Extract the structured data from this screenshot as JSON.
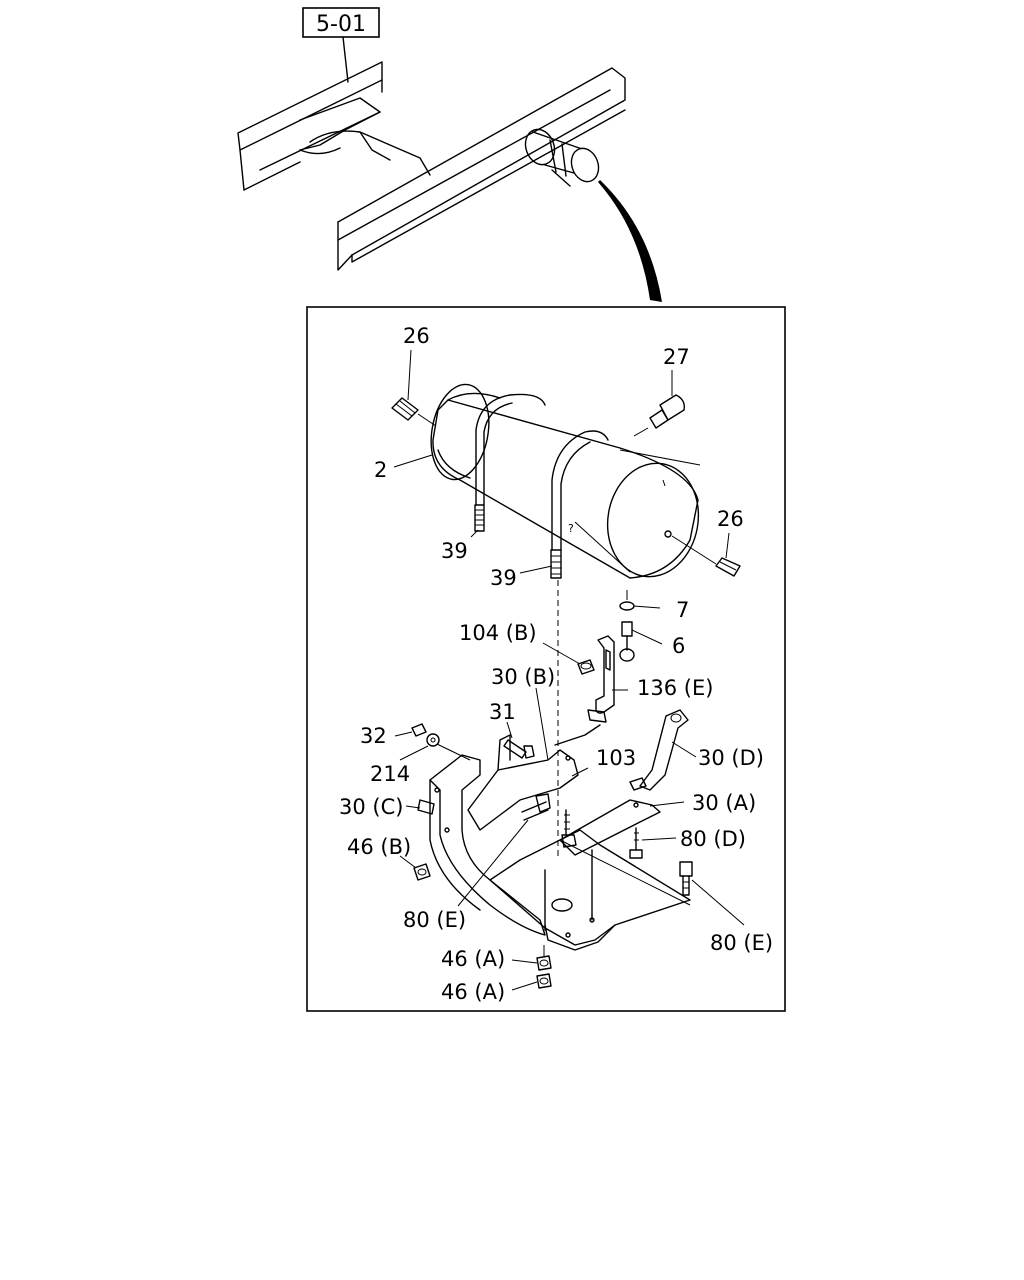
{
  "reference_box": "5-01",
  "labels": {
    "p26a": "26",
    "p27": "27",
    "p2": "2",
    "p26b": "26",
    "p39a": "39",
    "p39b": "39",
    "p7": "7",
    "p104b": "104 (B)",
    "p6": "6",
    "p30b": "30 (B)",
    "p136e": "136 (E)",
    "p31": "31",
    "p32": "32",
    "p103": "103",
    "p30d": "30 (D)",
    "p214": "214",
    "p30c": "30 (C)",
    "p30a": "30 (A)",
    "p80d": "80 (D)",
    "p46b": "46 (B)",
    "p80e_left": "80 (E)",
    "p80e_right": "80 (E)",
    "p46a_top": "46 (A)",
    "p46a_bottom": "46 (A)"
  }
}
